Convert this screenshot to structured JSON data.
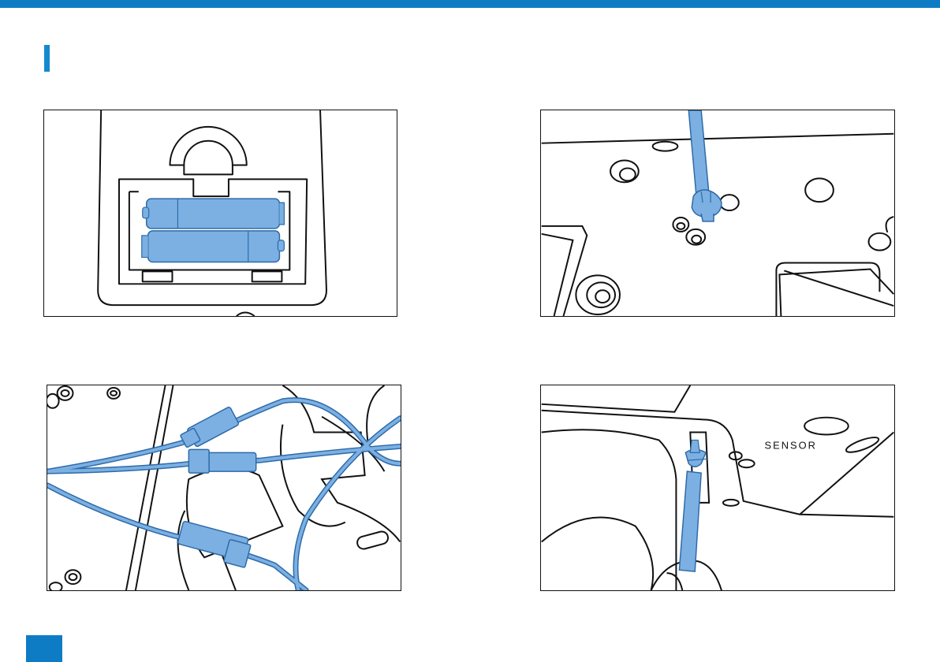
{
  "header": {
    "accent_color": "#0e7cc4"
  },
  "figures": [
    {
      "id": "battery-compartment",
      "labels": []
    },
    {
      "id": "pry-tool-on-clip",
      "labels": []
    },
    {
      "id": "wire-connectors",
      "labels": []
    },
    {
      "id": "sensor-panel-clip",
      "labels": [
        "SENSOR"
      ]
    }
  ],
  "colors": {
    "highlight": "#7cb0e2",
    "outline": "#111111",
    "page_box": "#0e7cc4"
  },
  "footer": {
    "page_marker": ""
  }
}
